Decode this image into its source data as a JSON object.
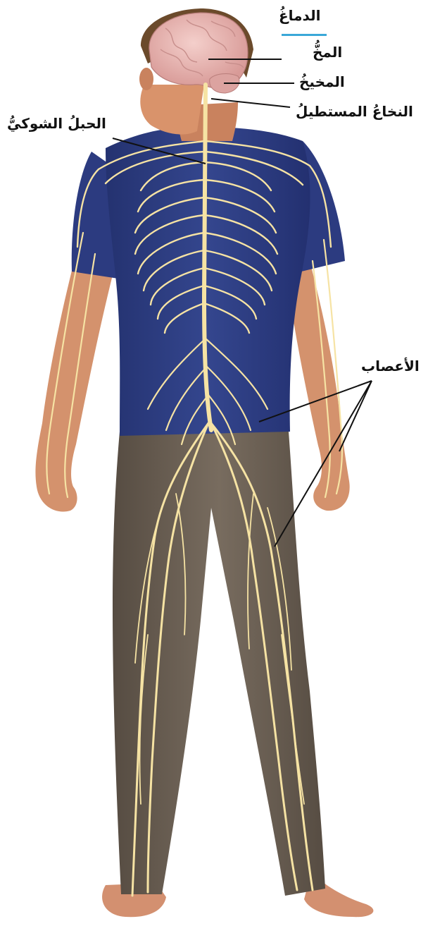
{
  "labels": {
    "brain": "الدماغُ",
    "cerebrum": "المخُّ",
    "cerebellum": "المخيخُ",
    "medulla": "النخاعُ المستطيلُ",
    "spinal_cord": "الحبلُ الشوكيُّ",
    "nerves": "الأعصاب"
  },
  "colors": {
    "shirt": "#2f3f86",
    "pants": "#6e6356",
    "skin": "#d9936b",
    "hair": "#6b4a2b",
    "brain": "#e8b3b0",
    "nerve": "#f6e3a4",
    "leader_line": "#111111",
    "brain_underline": "#3aa8d8"
  }
}
